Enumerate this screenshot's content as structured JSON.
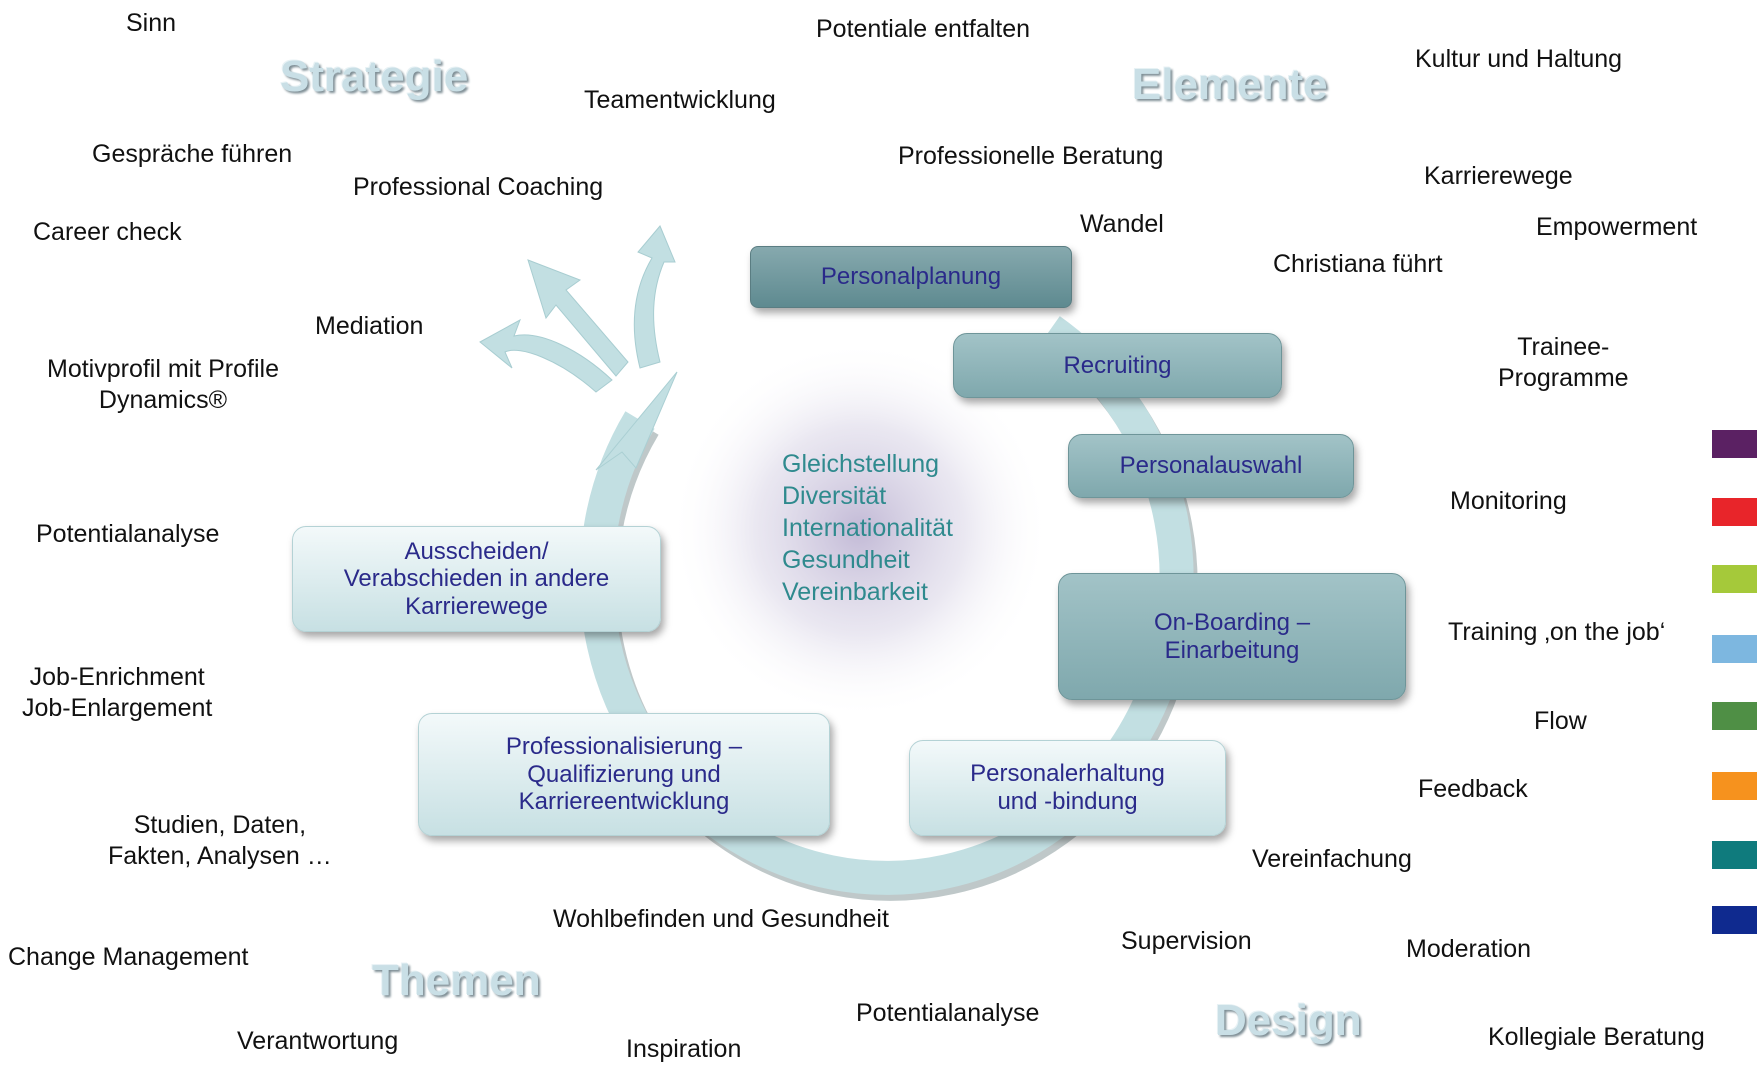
{
  "sections": {
    "strategie": "Strategie",
    "elemente": "Elemente",
    "themen": "Themen",
    "design": "Design"
  },
  "cycle_boxes": {
    "personalplanung": "Personalplanung",
    "recruiting": "Recruiting",
    "personalauswahl": "Personalauswahl",
    "onboarding": "On-Boarding – Einarbeitung",
    "personalerhaltung": "Personalerhaltung und -bindung",
    "professionalisierung": "Professionalisierung – Qualifizierung und Karriereentwicklung",
    "ausscheiden": "Ausscheiden/ Verabschieden in andere Karrierewege"
  },
  "center_terms": [
    "Gleichstellung",
    "Diversität",
    "Internationalität",
    "Gesundheit",
    "Vereinbarkeit"
  ],
  "keywords": {
    "sinn": "Sinn",
    "potentiale_entfalten": "Potentiale entfalten",
    "kultur": "Kultur und Haltung",
    "teamentwicklung": "Teamentwicklung",
    "gespraeche": "Gespräche führen",
    "professional_coaching": "Professional Coaching",
    "professionelle_beratung": "Professionelle Beratung",
    "karrierewege": "Karrierewege",
    "career_check": "Career check",
    "wandel": "Wandel",
    "empowerment": "Empowerment",
    "christiana": "Christiana führt",
    "mediation": "Mediation",
    "motivprofil_1": "Motivprofil mit Profile",
    "motivprofil_2": "Dynamics®",
    "trainee_1": "Trainee-",
    "trainee_2": "Programme",
    "monitoring": "Monitoring",
    "potentialanalyse_left": "Potentialanalyse",
    "training": "Training ‚on the job‘",
    "job_enrichment": "Job-Enrichment",
    "job_enlargement": "Job-Enlargement",
    "flow": "Flow",
    "feedback": "Feedback",
    "studien_1": "Studien, Daten,",
    "studien_2": "Fakten, Analysen …",
    "vereinfachung": "Vereinfachung",
    "wohlbefinden": "Wohlbefinden und Gesundheit",
    "change_management": "Change Management",
    "supervision": "Supervision",
    "moderation": "Moderation",
    "potentialanalyse_bottom": "Potentialanalyse",
    "verantwortung": "Verantwortung",
    "inspiration": "Inspiration",
    "kollegiale_beratung": "Kollegiale Beratung"
  },
  "legend_colors": [
    "#5b2163",
    "#e8252a",
    "#a5c93a",
    "#7db7e0",
    "#4f8f45",
    "#f6921e",
    "#0f7b7d",
    "#0f2a8f"
  ],
  "colors": {
    "ring": "#c2dfe2",
    "section_text": "#c9dfe6",
    "box_text": "#2a2a8a",
    "center_text": "#2f8a8e"
  }
}
